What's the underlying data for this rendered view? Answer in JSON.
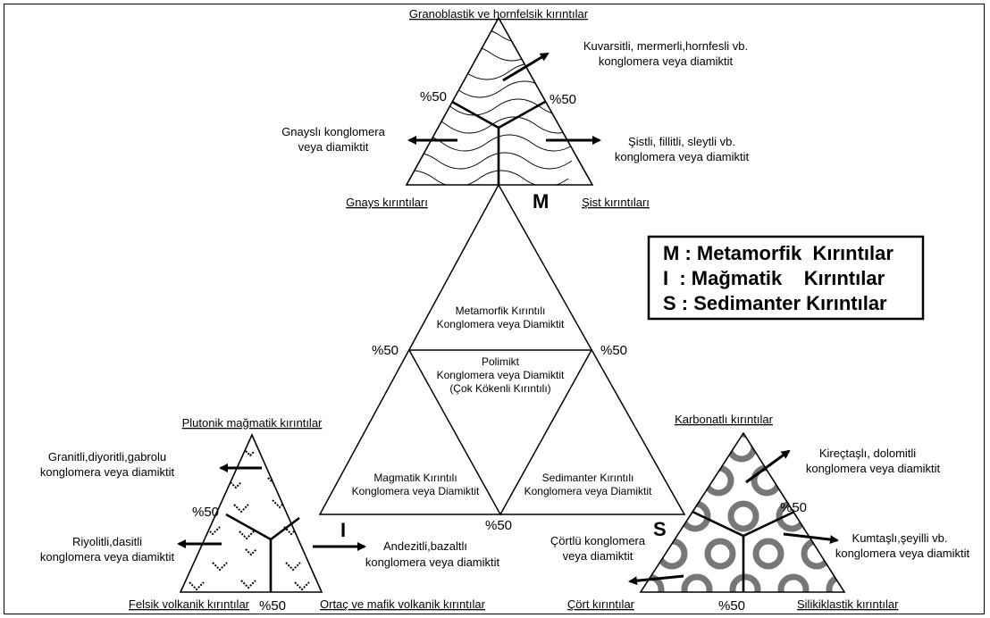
{
  "top": {
    "title": "Granoblastik ve hornfelsik kırıntılar",
    "left_corner": "Gnays kırıntıları",
    "right_corner": "Şist kırıntıları",
    "pct_left": "%50",
    "pct_right": "%50",
    "arrow_top_line1": "Kuvarsitli, mermerli,hornfesli vb.",
    "arrow_top_line2": "konglomera veya diamiktit",
    "arrow_left_line1": "Gnayslı konglomera",
    "arrow_left_line2": "veya diamiktit",
    "arrow_right_line1": "Şistli, fillitli, sleytli vb.",
    "arrow_right_line2": "konglomera veya diamiktit",
    "letter": "M"
  },
  "center": {
    "top_line1": "Metamorfik Kırıntılı",
    "top_line2": "Konglomera veya Diamiktit",
    "mid_line1": "Polimikt",
    "mid_line2": "Konglomera veya Diamiktit",
    "mid_line3": "(Çok Kökenli Kırıntılı)",
    "left_line1": "Magmatik Kırıntılı",
    "left_line2": "Konglomera veya Diamiktit",
    "right_line1": "Sedimanter Kırıntılı",
    "right_line2": "Konglomera veya Diamiktit",
    "pct_left": "%50",
    "pct_right": "%50",
    "pct_bottom": "%50"
  },
  "left": {
    "title": "Plutonik mağmatik kırıntılar",
    "left_corner": "Felsik volkanik kırıntılar",
    "right_corner": "Ortaç ve mafik volkanik kırıntılar",
    "pct_left": "%50",
    "pct_bottom": "%50",
    "arrow_top_line1": "Granitli,diyoritli,gabrolu",
    "arrow_top_line2": "konglomera veya diamiktit",
    "arrow_left_line1": "Riyolitli,dasitli",
    "arrow_left_line2": "konglomera veya diamiktit",
    "arrow_right_line1": "Andezitli,bazaltlı",
    "arrow_right_line2": "konglomera veya diamiktit",
    "letter": "I"
  },
  "right": {
    "title": "Karbonatlı kırıntılar",
    "left_corner": "Çört kırıntılar",
    "right_corner": "Silikiklastik kırıntılar",
    "pct_right": "%50",
    "pct_bottom": "%50",
    "arrow_top_line1": "Kireçtaşlı, dolomitli",
    "arrow_top_line2": "konglomera veya diamiktit",
    "arrow_left_line1": "Çörtlü konglomera",
    "arrow_left_line2": "veya diamiktit",
    "arrow_right_line1": "Kumtaşlı,şeyilli vb.",
    "arrow_right_line2": "konglomera veya diamiktit",
    "letter": "S"
  },
  "legend": {
    "row1": "M : Metamorfik  Kırıntılar",
    "row2": "I  : Mağmatik    Kırıntılar",
    "row3": "S : Sedimanter Kırıntılar"
  }
}
